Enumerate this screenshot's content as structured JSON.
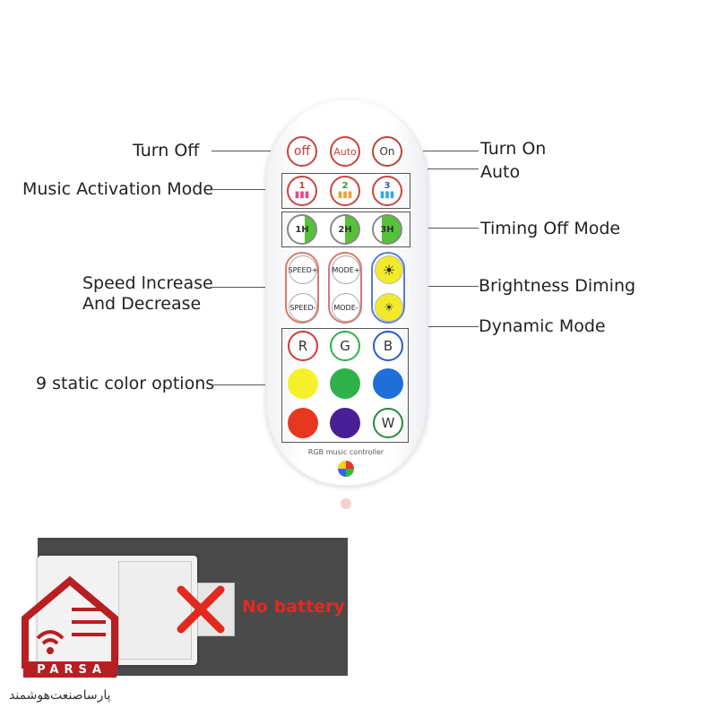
{
  "labels": {
    "turn_off": "Turn Off",
    "turn_on": "Turn On",
    "auto": "Auto",
    "music_mode": "Music Activation Mode",
    "timing_off": "Timing Off Mode",
    "speed_line1": "Speed lncrease",
    "speed_line2": "And Decrease",
    "brightness": "Brightness Diming",
    "dynamic": "Dynamic Mode",
    "static_colors": "9 static color options"
  },
  "remote": {
    "btn_off": "off",
    "btn_auto": "Auto",
    "btn_on": "On",
    "music_nums": [
      "1",
      "2",
      "3"
    ],
    "timers": [
      "1H",
      "2H",
      "3H"
    ],
    "speed_up": "SPEED+",
    "speed_down": "SPEED-",
    "mode_up": "MODE+",
    "mode_down": "MODE-",
    "letters": [
      "R",
      "G",
      "B",
      "W"
    ],
    "caption": "RGB music controller"
  },
  "colors": {
    "yellow": "#f5f02a",
    "green": "#2fb14a",
    "blue": "#1f6fd8",
    "red": "#e7371e",
    "purple": "#4a1e95",
    "timer_green": "#55c23a",
    "accent_red": "#c9453f"
  },
  "battery": {
    "no_battery": "No battery"
  },
  "watermark": {
    "logo_text": "PARSA",
    "brand_fa": "پارساصنعت‌هوشمند"
  }
}
